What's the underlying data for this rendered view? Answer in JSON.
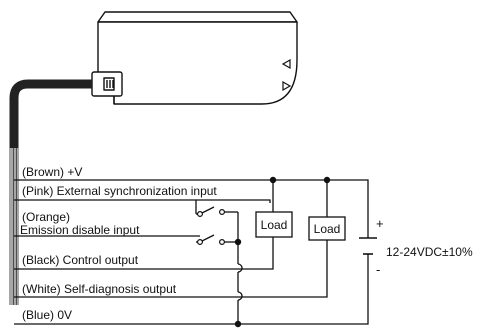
{
  "wires": [
    {
      "label": "(Brown) +V"
    },
    {
      "label": "(Pink) External synchronization input"
    },
    {
      "label": "(Orange)"
    },
    {
      "label": "Emission disable input"
    },
    {
      "label": "(Black) Control output"
    },
    {
      "label": "(White) Self-diagnosis output"
    },
    {
      "label": "(Blue) 0V"
    }
  ],
  "loads": [
    {
      "label": "Load"
    },
    {
      "label": "Load"
    }
  ],
  "power_supply": {
    "label": "12-24VDC±10%",
    "plus": "+",
    "minus": "-"
  },
  "colors": {
    "line": "#111111",
    "device_fill": "#ffffff",
    "cable": "#222222"
  }
}
